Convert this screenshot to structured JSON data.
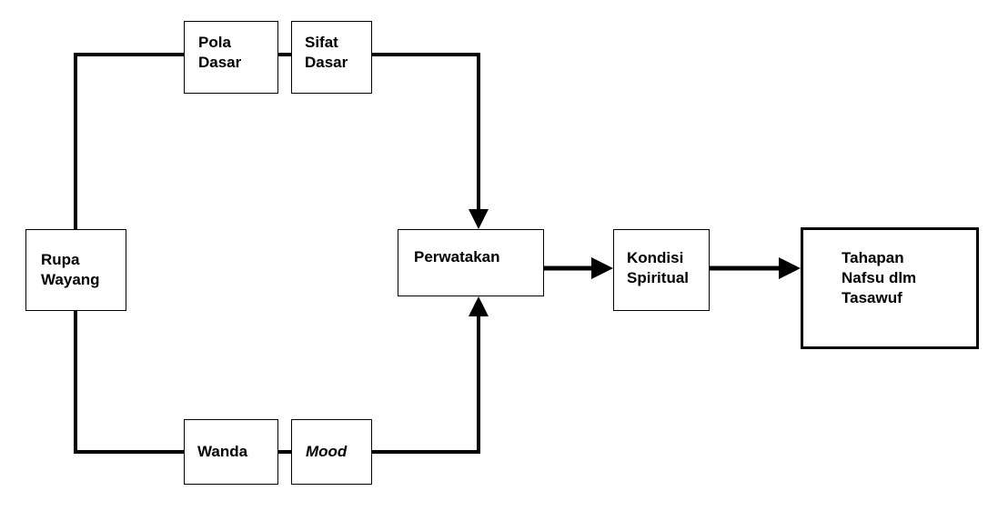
{
  "diagram": {
    "nodes": {
      "pola_dasar": [
        "Pola",
        "Dasar"
      ],
      "sifat_dasar": [
        "Sifat",
        "Dasar"
      ],
      "rupa_wayang": [
        "Rupa",
        "Wayang"
      ],
      "perwatakan": [
        "Perwatakan"
      ],
      "kondisi_spiritual": [
        "Kondisi",
        "Spiritual"
      ],
      "tahapan_nafsu": [
        "Tahapan",
        "Nafsu dlm",
        "Tasawuf"
      ],
      "wanda": [
        "Wanda"
      ],
      "mood": [
        "Mood"
      ]
    }
  },
  "caption": ""
}
